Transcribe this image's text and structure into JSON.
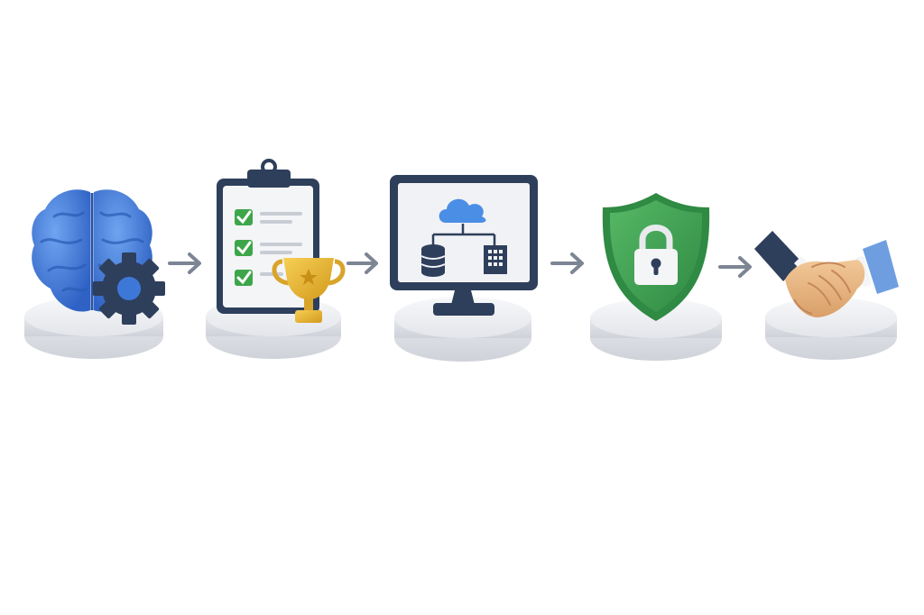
{
  "flow": {
    "steps": [
      {
        "id": "strategy",
        "icon": "brain-gear-icon"
      },
      {
        "id": "requirements",
        "icon": "clipboard-trophy-icon"
      },
      {
        "id": "architecture",
        "icon": "monitor-cloud-icon"
      },
      {
        "id": "security",
        "icon": "shield-lock-icon"
      },
      {
        "id": "partnership",
        "icon": "handshake-icon"
      }
    ],
    "connector_icon": "arrow-right-icon"
  },
  "colors": {
    "background": "#ffffff",
    "pedestal": "#e9eaee",
    "brain_blue": "#3d78d8",
    "navy": "#2e3f5c",
    "check_green": "#3ea64a",
    "gold": "#e8b633",
    "shield_green": "#3d9b4f",
    "cloud_blue": "#4a8ee6",
    "skin": "#e8b987",
    "sleeve_blue": "#6e9ee0",
    "arrow_gray": "#7d8594"
  }
}
